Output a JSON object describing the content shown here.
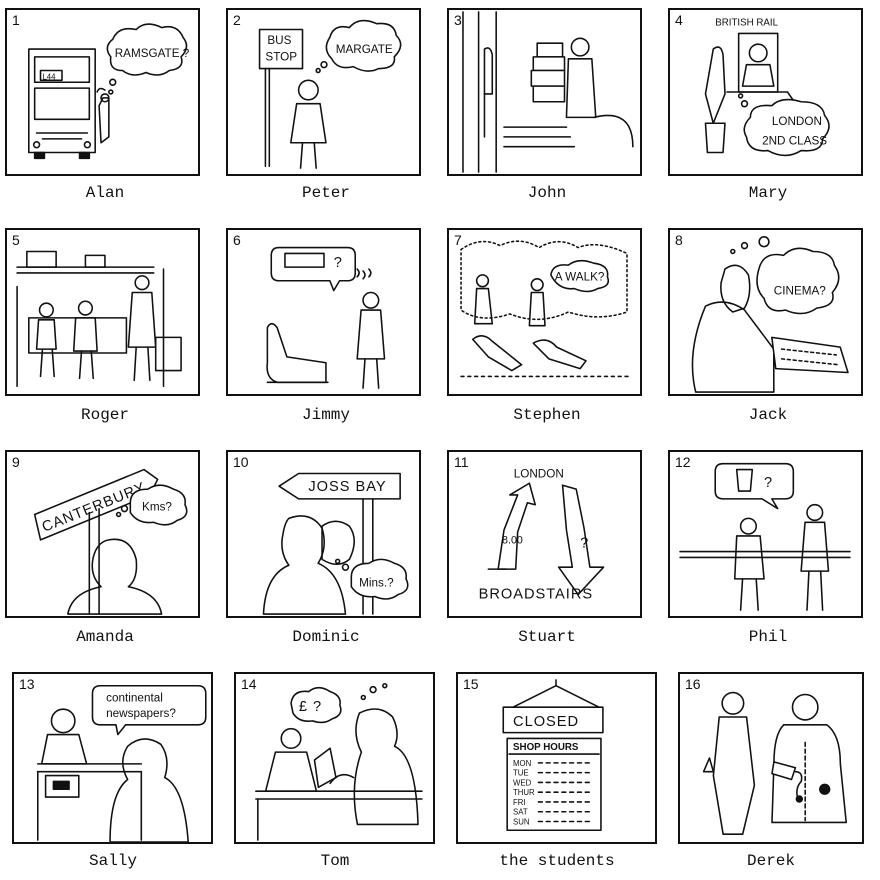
{
  "panels": [
    {
      "number": "1",
      "caption": "Alan",
      "texts": {
        "bubble": "RAMSGATE ?",
        "bus_sign": "L44"
      }
    },
    {
      "number": "2",
      "caption": "Peter",
      "texts": {
        "sign_line1": "BUS",
        "sign_line2": "STOP",
        "bubble": "MARGATE"
      }
    },
    {
      "number": "3",
      "caption": "John",
      "texts": {}
    },
    {
      "number": "4",
      "caption": "Mary",
      "texts": {
        "header": "BRITISH RAIL",
        "bubble_line1": "LONDON",
        "bubble_line2": "2ND CLASS"
      }
    },
    {
      "number": "5",
      "caption": "Roger",
      "texts": {}
    },
    {
      "number": "6",
      "caption": "Jimmy",
      "texts": {
        "bubble": "?"
      }
    },
    {
      "number": "7",
      "caption": "Stephen",
      "texts": {
        "bubble": "A WALK?"
      }
    },
    {
      "number": "8",
      "caption": "Jack",
      "texts": {
        "bubble": "CINEMA?"
      }
    },
    {
      "number": "9",
      "caption": "Amanda",
      "texts": {
        "sign": "CANTERBURY",
        "bubble": "Kms?"
      }
    },
    {
      "number": "10",
      "caption": "Dominic",
      "texts": {
        "sign": "JOSS BAY",
        "bubble": "Mins.?"
      }
    },
    {
      "number": "11",
      "caption": "Stuart",
      "texts": {
        "top": "LONDON",
        "time": "8.00",
        "mark": "?",
        "bottom": "BROADSTAIRS"
      }
    },
    {
      "number": "12",
      "caption": "Phil",
      "texts": {
        "bubble": "?"
      }
    },
    {
      "number": "13",
      "caption": "Sally",
      "texts": {
        "bubble_line1": "continental",
        "bubble_line2": "newspapers?"
      }
    },
    {
      "number": "14",
      "caption": "Tom",
      "texts": {
        "bubble": "£ ?"
      }
    },
    {
      "number": "15",
      "caption": "the students",
      "texts": {
        "sign": "CLOSED",
        "board": "SHOP HOURS",
        "days": [
          "MON",
          "TUE",
          "WED",
          "THUR",
          "FRI",
          "SAT",
          "SUN"
        ]
      }
    },
    {
      "number": "16",
      "caption": "Derek",
      "texts": {}
    }
  ]
}
